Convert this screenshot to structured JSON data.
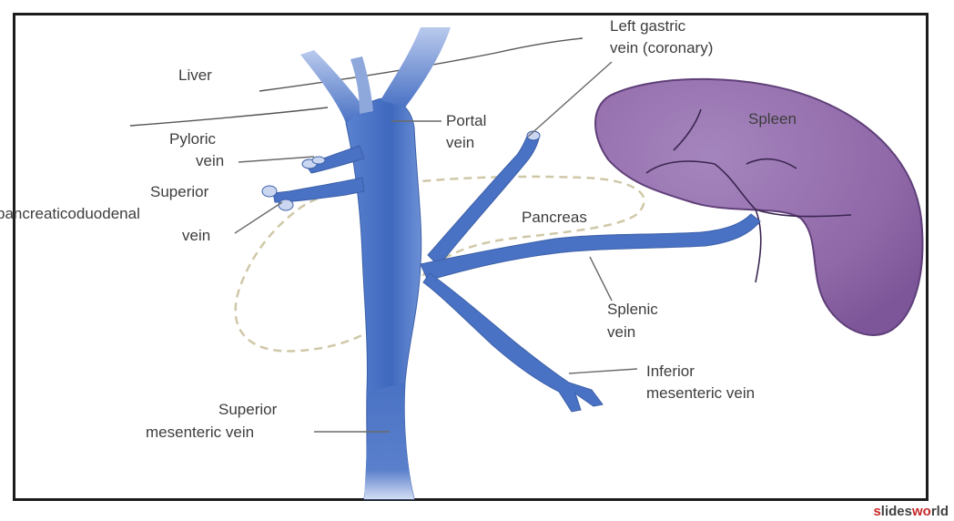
{
  "labels": {
    "liver": "Liver",
    "pyloric_1": "Pyloric",
    "pyloric_2": "vein",
    "spd_1": "Superior",
    "spd_2": "pancreaticoduodenal",
    "spd_3": "vein",
    "portal_1": "Portal",
    "portal_2": "vein",
    "left_gastric_1": "Left gastric",
    "left_gastric_2": "vein (coronary)",
    "spleen": "Spleen",
    "pancreas": "Pancreas",
    "splenic_1": "Splenic",
    "splenic_2": "vein",
    "inferior_1": "Inferior",
    "inferior_2": "mesenteric vein",
    "superior_mes_1": "Superior",
    "superior_mes_2": "mesenteric vein"
  },
  "watermark": {
    "prefix": "s",
    "middle": "lides",
    "accent": "wo",
    "suffix": "rld"
  },
  "colors": {
    "vein": "#4a72c4",
    "spleen": "#9a72b0",
    "pancreas_outline": "#cfc8a8",
    "frame": "#1c1c1c"
  }
}
